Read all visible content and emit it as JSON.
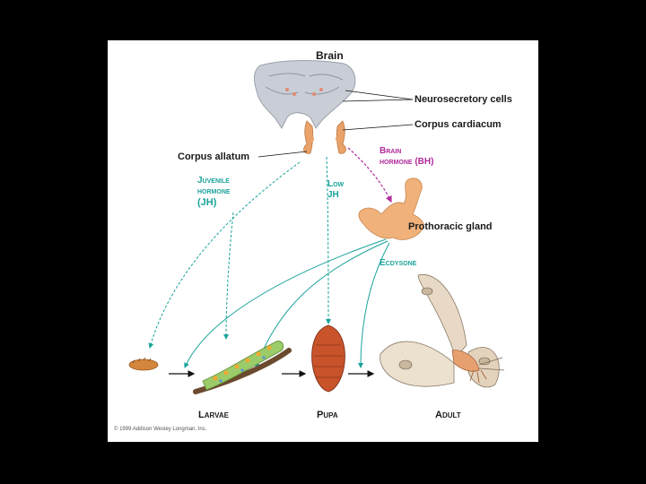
{
  "colors": {
    "teal": "#1aa39a",
    "magenta": "#b02a9a",
    "orange": "#e8a26a",
    "background": "#ffffff",
    "frame": "#000000"
  },
  "labels": {
    "brain": "Brain",
    "neurosecretory_cells": "Neurosecretory cells",
    "corpus_cardiacum": "Corpus cardiacum",
    "corpus_allatum": "Corpus allatum",
    "brain_hormone_line1": "Brain",
    "brain_hormone_line2": "hormone",
    "brain_hormone_abbr": "(BH)",
    "juvenile_line1": "Juvenile",
    "juvenile_line2": "hormone",
    "juvenile_abbr": "(JH)",
    "low": "Low",
    "jh": "JH",
    "prothoracic_gland": "Prothoracic gland",
    "ecdysone": "Ecdysone",
    "larvae": "Larvae",
    "pupa": "Pupa",
    "adult": "Adult"
  },
  "copyright": "© 1999 Addison Wesley Longman, Inc."
}
